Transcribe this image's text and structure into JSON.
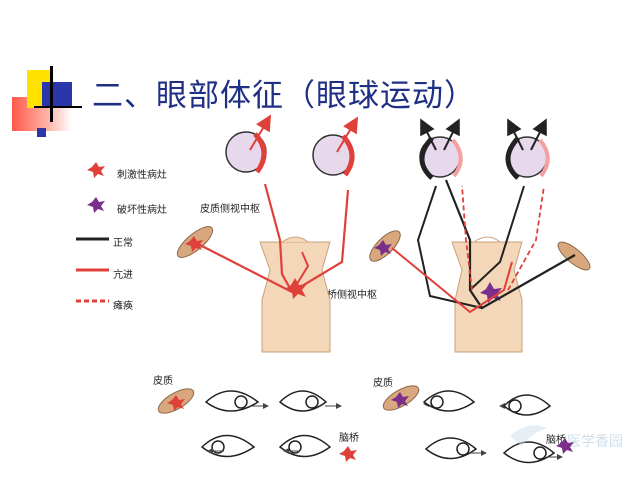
{
  "title": "二、眼部体征（眼球运动）",
  "legend": {
    "irritative": "刺激性病灶",
    "destructive": "破坏性病灶",
    "normal": "正常",
    "hyper": "亢进",
    "paralysis": "瘫痪"
  },
  "labels": {
    "cortex_gaze_center": "皮质侧视中枢",
    "pons_gaze_center": "脑桥侧视中枢",
    "cortex_left": "皮质",
    "pons_left": "脑桥",
    "cortex_right": "皮质",
    "pons_right": "脑桥"
  },
  "watermark": "医学香园",
  "colors": {
    "title": "#1e2f84",
    "red": "#e0403a",
    "purple": "#7b2f8a",
    "black": "#222222",
    "brain": "#f4d6b8",
    "eye": "#e8d8ec"
  }
}
